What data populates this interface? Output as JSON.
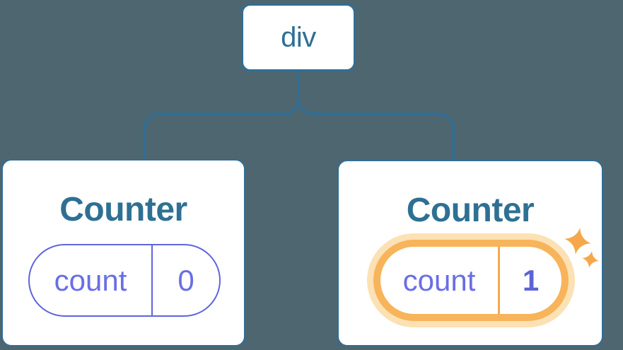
{
  "colors": {
    "background": "#4D6670",
    "line": "#316E96",
    "node-bg": "#FFFFFF",
    "text-blue": "#2E7093",
    "purple": "#5F64DD",
    "purple-text": "#6A6EE6",
    "purple-bold": "#5C63D6",
    "orange": "#F7B45A",
    "orange-glow": "#FCE1B4",
    "orange-divider": "#F3A94F",
    "sparkle": "#F5A84A"
  },
  "tree": {
    "root": {
      "label": "div"
    },
    "children": [
      {
        "title": "Counter",
        "highlighted": false,
        "state": {
          "key": "count",
          "value": "0"
        }
      },
      {
        "title": "Counter",
        "highlighted": true,
        "state": {
          "key": "count",
          "value": "1"
        }
      }
    ]
  }
}
